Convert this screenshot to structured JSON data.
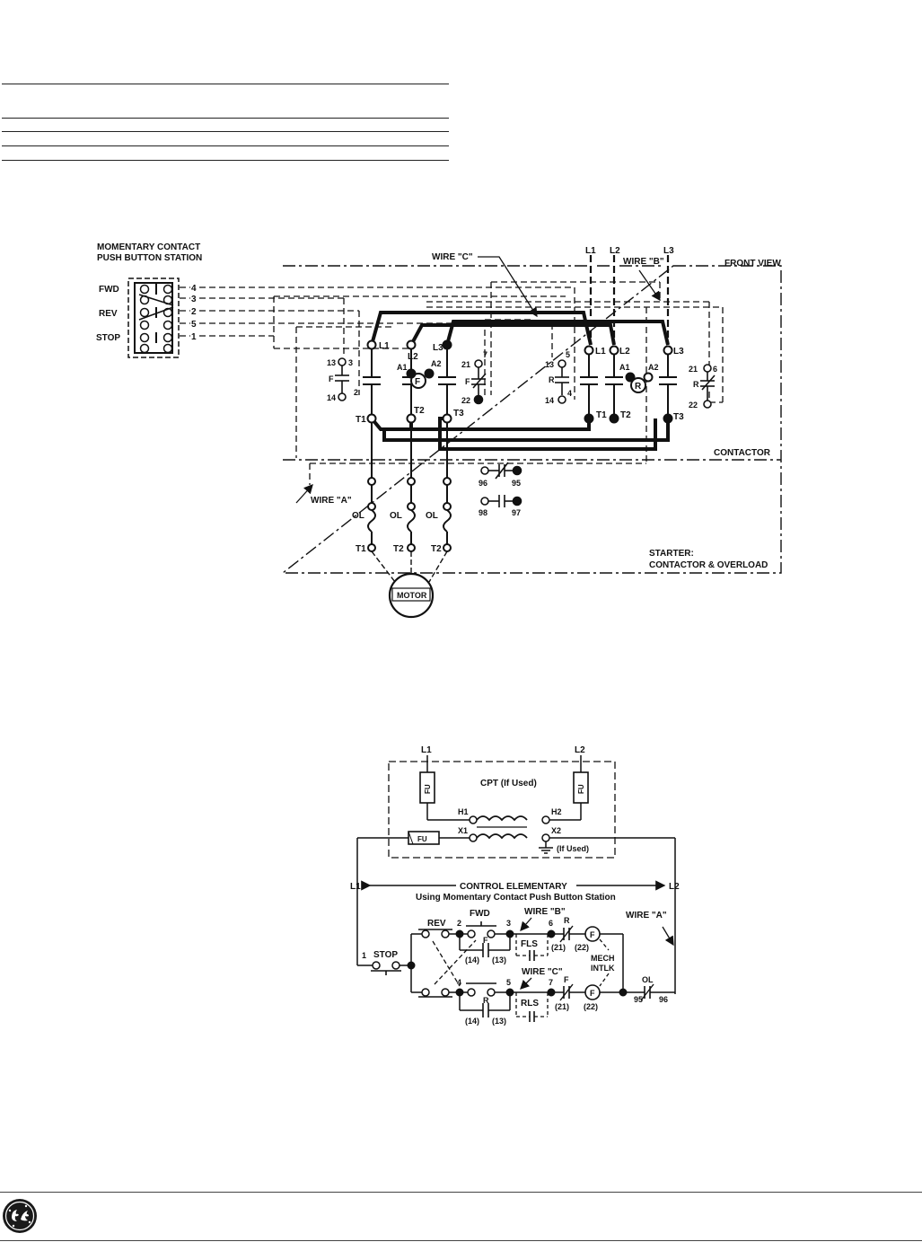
{
  "header_table": {
    "rows": 4
  },
  "power_diagram": {
    "pb_station_title_1": "MOMENTARY CONTACT",
    "pb_station_title_2": "PUSH BUTTON STATION",
    "fwd": "FWD",
    "rev": "REV",
    "stop": "STOP",
    "terminals": [
      "4",
      "3",
      "2",
      "5",
      "1"
    ],
    "wire_c": "WIRE \"C\"",
    "wire_b": "WIRE \"B\"",
    "wire_a": "WIRE \"A\"",
    "line_l1": "L1",
    "line_l2": "L2",
    "line_l3": "L3",
    "front_view": "FRONT VIEW",
    "contactor": "CONTACTOR",
    "starter_1": "STARTER:",
    "starter_2": "CONTACTOR & OVERLOAD",
    "motor": "MOTOR",
    "coil_f": "F",
    "coil_r": "R",
    "a1": "A1",
    "a2": "A2",
    "t1": "T1",
    "t2": "T2",
    "t3": "T3",
    "ol": "OL",
    "aux_13": "13",
    "aux_14": "14",
    "aux_21": "21",
    "aux_22": "22",
    "aux_3": "3",
    "aux_2": "2",
    "aux_7": "7",
    "aux_5": "5",
    "aux_4": "4",
    "aux_6": "6",
    "ol_96": "96",
    "ol_95": "95",
    "ol_98": "98",
    "ol_97": "97"
  },
  "control_diagram": {
    "l1": "L1",
    "l2": "L2",
    "cpt": "CPT (If Used)",
    "fu": "FU",
    "h1": "H1",
    "h2": "H2",
    "x1": "X1",
    "x2": "X2",
    "if_used": "(If Used)",
    "title": "CONTROL ELEMENTARY",
    "subtitle": "Using Momentary Contact Push Button Station",
    "stop": "STOP",
    "rev": "REV",
    "fwd": "FWD",
    "wire_b": "WIRE \"B\"",
    "wire_c": "WIRE \"C\"",
    "wire_a": "WIRE \"A\"",
    "fls": "FLS",
    "rls": "RLS",
    "mech_1": "MECH",
    "mech_2": "INTLK",
    "ol": "OL",
    "n95": "95",
    "n96": "96",
    "n1": "1",
    "n2": "2",
    "n3": "3",
    "n4": "4",
    "n5": "5",
    "n6": "6",
    "n7": "7",
    "r": "R",
    "f": "F",
    "p14": "(14)",
    "p13": "(13)",
    "p21": "(21)",
    "p22": "(22)"
  },
  "logo": {
    "name": "ge-logo-icon",
    "color": "#1a1a1a"
  }
}
